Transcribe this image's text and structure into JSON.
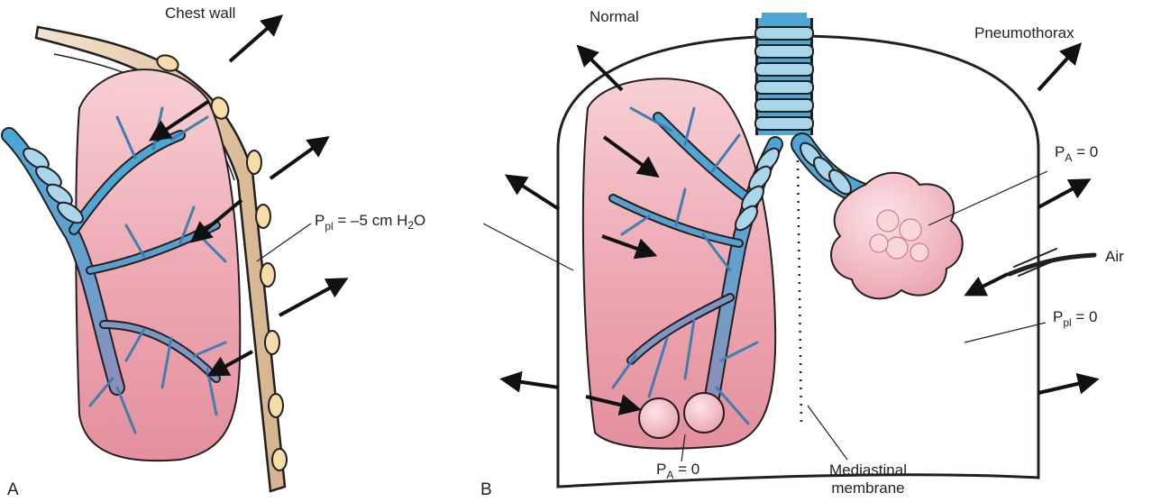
{
  "panels": {
    "a": "A",
    "b": "B"
  },
  "labels": {
    "chest_wall": "Chest wall",
    "ppl_a": {
      "main": "P",
      "sub": "pl",
      "rest_before": " = –5 cm H",
      "h2o_sub": "2",
      "rest_after": "O"
    },
    "normal": "Normal",
    "pneumothorax": "Pneumothorax",
    "pa_upper": {
      "main": "P",
      "sub": "A",
      "rest": " = 0"
    },
    "air": "Air",
    "ppl_b": {
      "main": "P",
      "sub": "pl",
      "rest": " = 0"
    },
    "pa_lower": {
      "main": "P",
      "sub": "A",
      "rest": " = 0"
    },
    "mediastinal_line1": "Mediastinal",
    "mediastinal_line2": "membrane"
  },
  "colors": {
    "lung_pink": "#e89aa5",
    "lung_pink_light": "#f7d4d8",
    "airway_blue": "#4ea6d4",
    "airway_pale": "#a9d6ea",
    "chest_wall": "#dcc09a",
    "outline": "#231f20"
  }
}
